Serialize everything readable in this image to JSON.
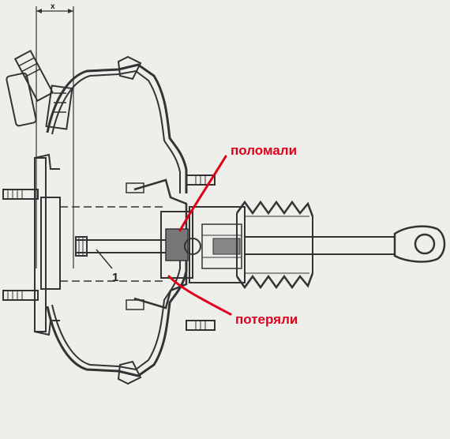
{
  "diagram": {
    "dimension_label": "x",
    "callout_number": "1",
    "annotation_top": "поломали",
    "annotation_bottom": "потеряли",
    "annotation_color": "#e0001b"
  }
}
